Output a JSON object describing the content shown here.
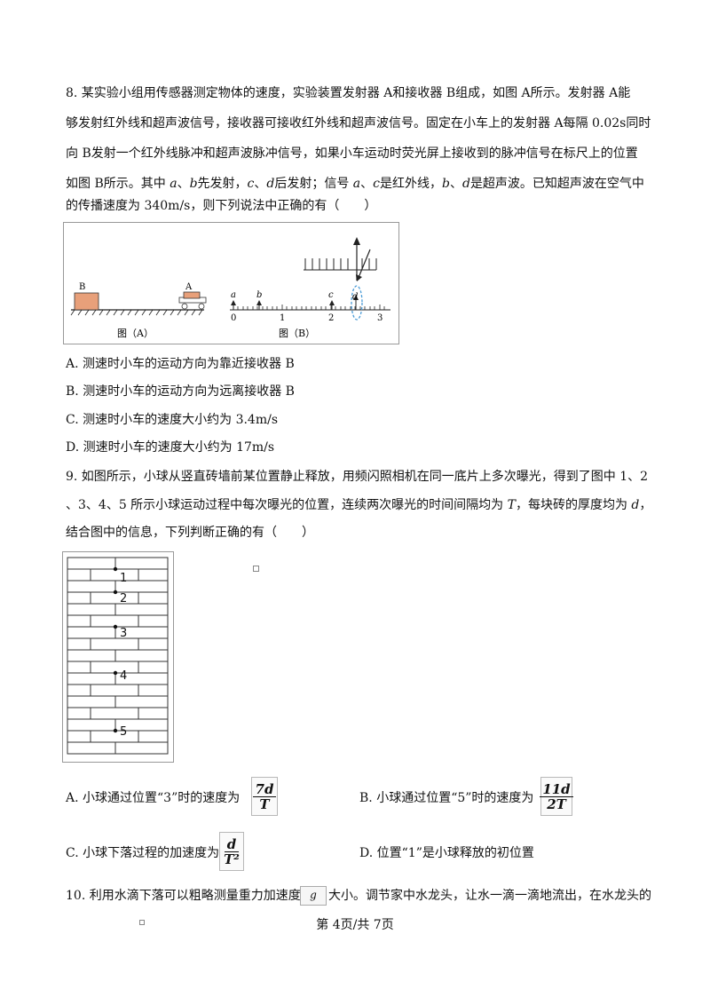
{
  "q8": {
    "line1": "8. 某实验小组用传感器测定物体的速度，实验装置发射器 A和接收器 B组成，如图 A所示。发射器 A能",
    "line2": "够发射红外线和超声波信号，接收器可接收红外线和超声波信号。固定在小车上的发射器 A每隔 0.02s同时",
    "line3": "向 B发射一个红外线脉冲和超声波脉冲信号，如果小车运动时荧光屏上接收到的脉冲信号在标尺上的位置",
    "line4_a": "如图 B所示。其中 ",
    "line4_b": "、",
    "line4_c": "先发射，",
    "line4_d": "、",
    "line4_e": "后发射；信号 ",
    "line4_f": "、",
    "line4_g": "是红外线，",
    "line4_h": "、",
    "line4_i": "是超声波。已知超声波在空气中",
    "var_a": "a",
    "var_b": "b",
    "var_c": "c",
    "var_d": "d",
    "line5": "的传播速度为 340m/s，则下列说法中正确的有（　　）",
    "figA_label": "图（A）",
    "figB_label": "图（B）",
    "figA_B": "B",
    "figA_A": "A",
    "ticks": [
      "0",
      "1",
      "2",
      "3"
    ],
    "optA": "A. 测速时小车的运动方向为靠近接收器 B",
    "optB": "B. 测速时小车的运动方向为远离接收器 B",
    "optC": "C. 测速时小车的速度大小约为 3.4m/s",
    "optD": "D. 测速时小车的速度大小约为 17m/s"
  },
  "q9": {
    "line1": "9. 如图所示，小球从竖直砖墙前某位置静止释放，用频闪照相机在同一底片上多次曝光，得到了图中 1、2",
    "line2_a": "、3、4、5 所示小球运动过程中每次曝光的位置，连续两次曝光的时间间隔均为 ",
    "line2_T": "T",
    "line2_b": "，每块砖的厚度均为 ",
    "line2_d": "d",
    "line2_c": "，",
    "line3": "结合图中的信息，下列判断正确的有（　　）",
    "positions": [
      "1",
      "2",
      "3",
      "4",
      "5"
    ],
    "optA": "A. 小球通过位置“3”时的速度为",
    "optA_num": "7d",
    "optA_den": "T",
    "optB": "B. 小球通过位置“5”时的速度为",
    "optB_num": "11d",
    "optB_den": "2T",
    "optC": "C. 小球下落过程的加速度为",
    "optC_num": "d",
    "optC_den": "T²",
    "optD": "D. 位置“1”是小球释放的初位置"
  },
  "q10": {
    "line1_a": "10. 利用水滴下落可以粗略测量重力加速度",
    "g": "g",
    "line1_b": "大小。调节家中水龙头，让水一滴一滴地流出，在水龙头的"
  },
  "footer": "第 4页/共 7页"
}
